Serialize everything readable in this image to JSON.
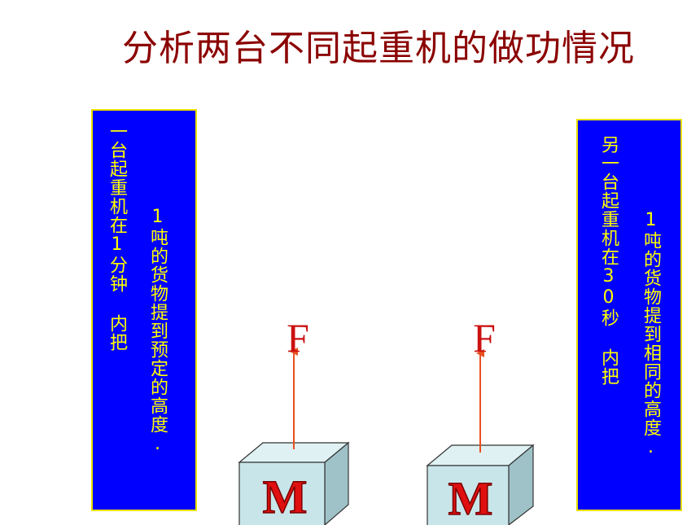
{
  "title": "分析两台不同起重机的做功情况",
  "left_panel": {
    "col1": "一台起重机在1分钟 内把",
    "col2": "1吨的货物提到预定的高度."
  },
  "right_panel": {
    "col1": "另一台起重机在30秒 内把",
    "col2": "1吨的货物提到相同的高度."
  },
  "boxes": [
    {
      "force_label": "F",
      "box_label": "M"
    },
    {
      "force_label": "F",
      "box_label": "M"
    }
  ],
  "colors": {
    "title": "#8b0000",
    "panel_bg": "#0000ff",
    "panel_border": "#e9e000",
    "panel_text": "#ffff00",
    "box_fill": "#c8e6ea",
    "force_arrow": "#e85020",
    "force_label": "#cc1010",
    "box_letter": "#e01010"
  }
}
